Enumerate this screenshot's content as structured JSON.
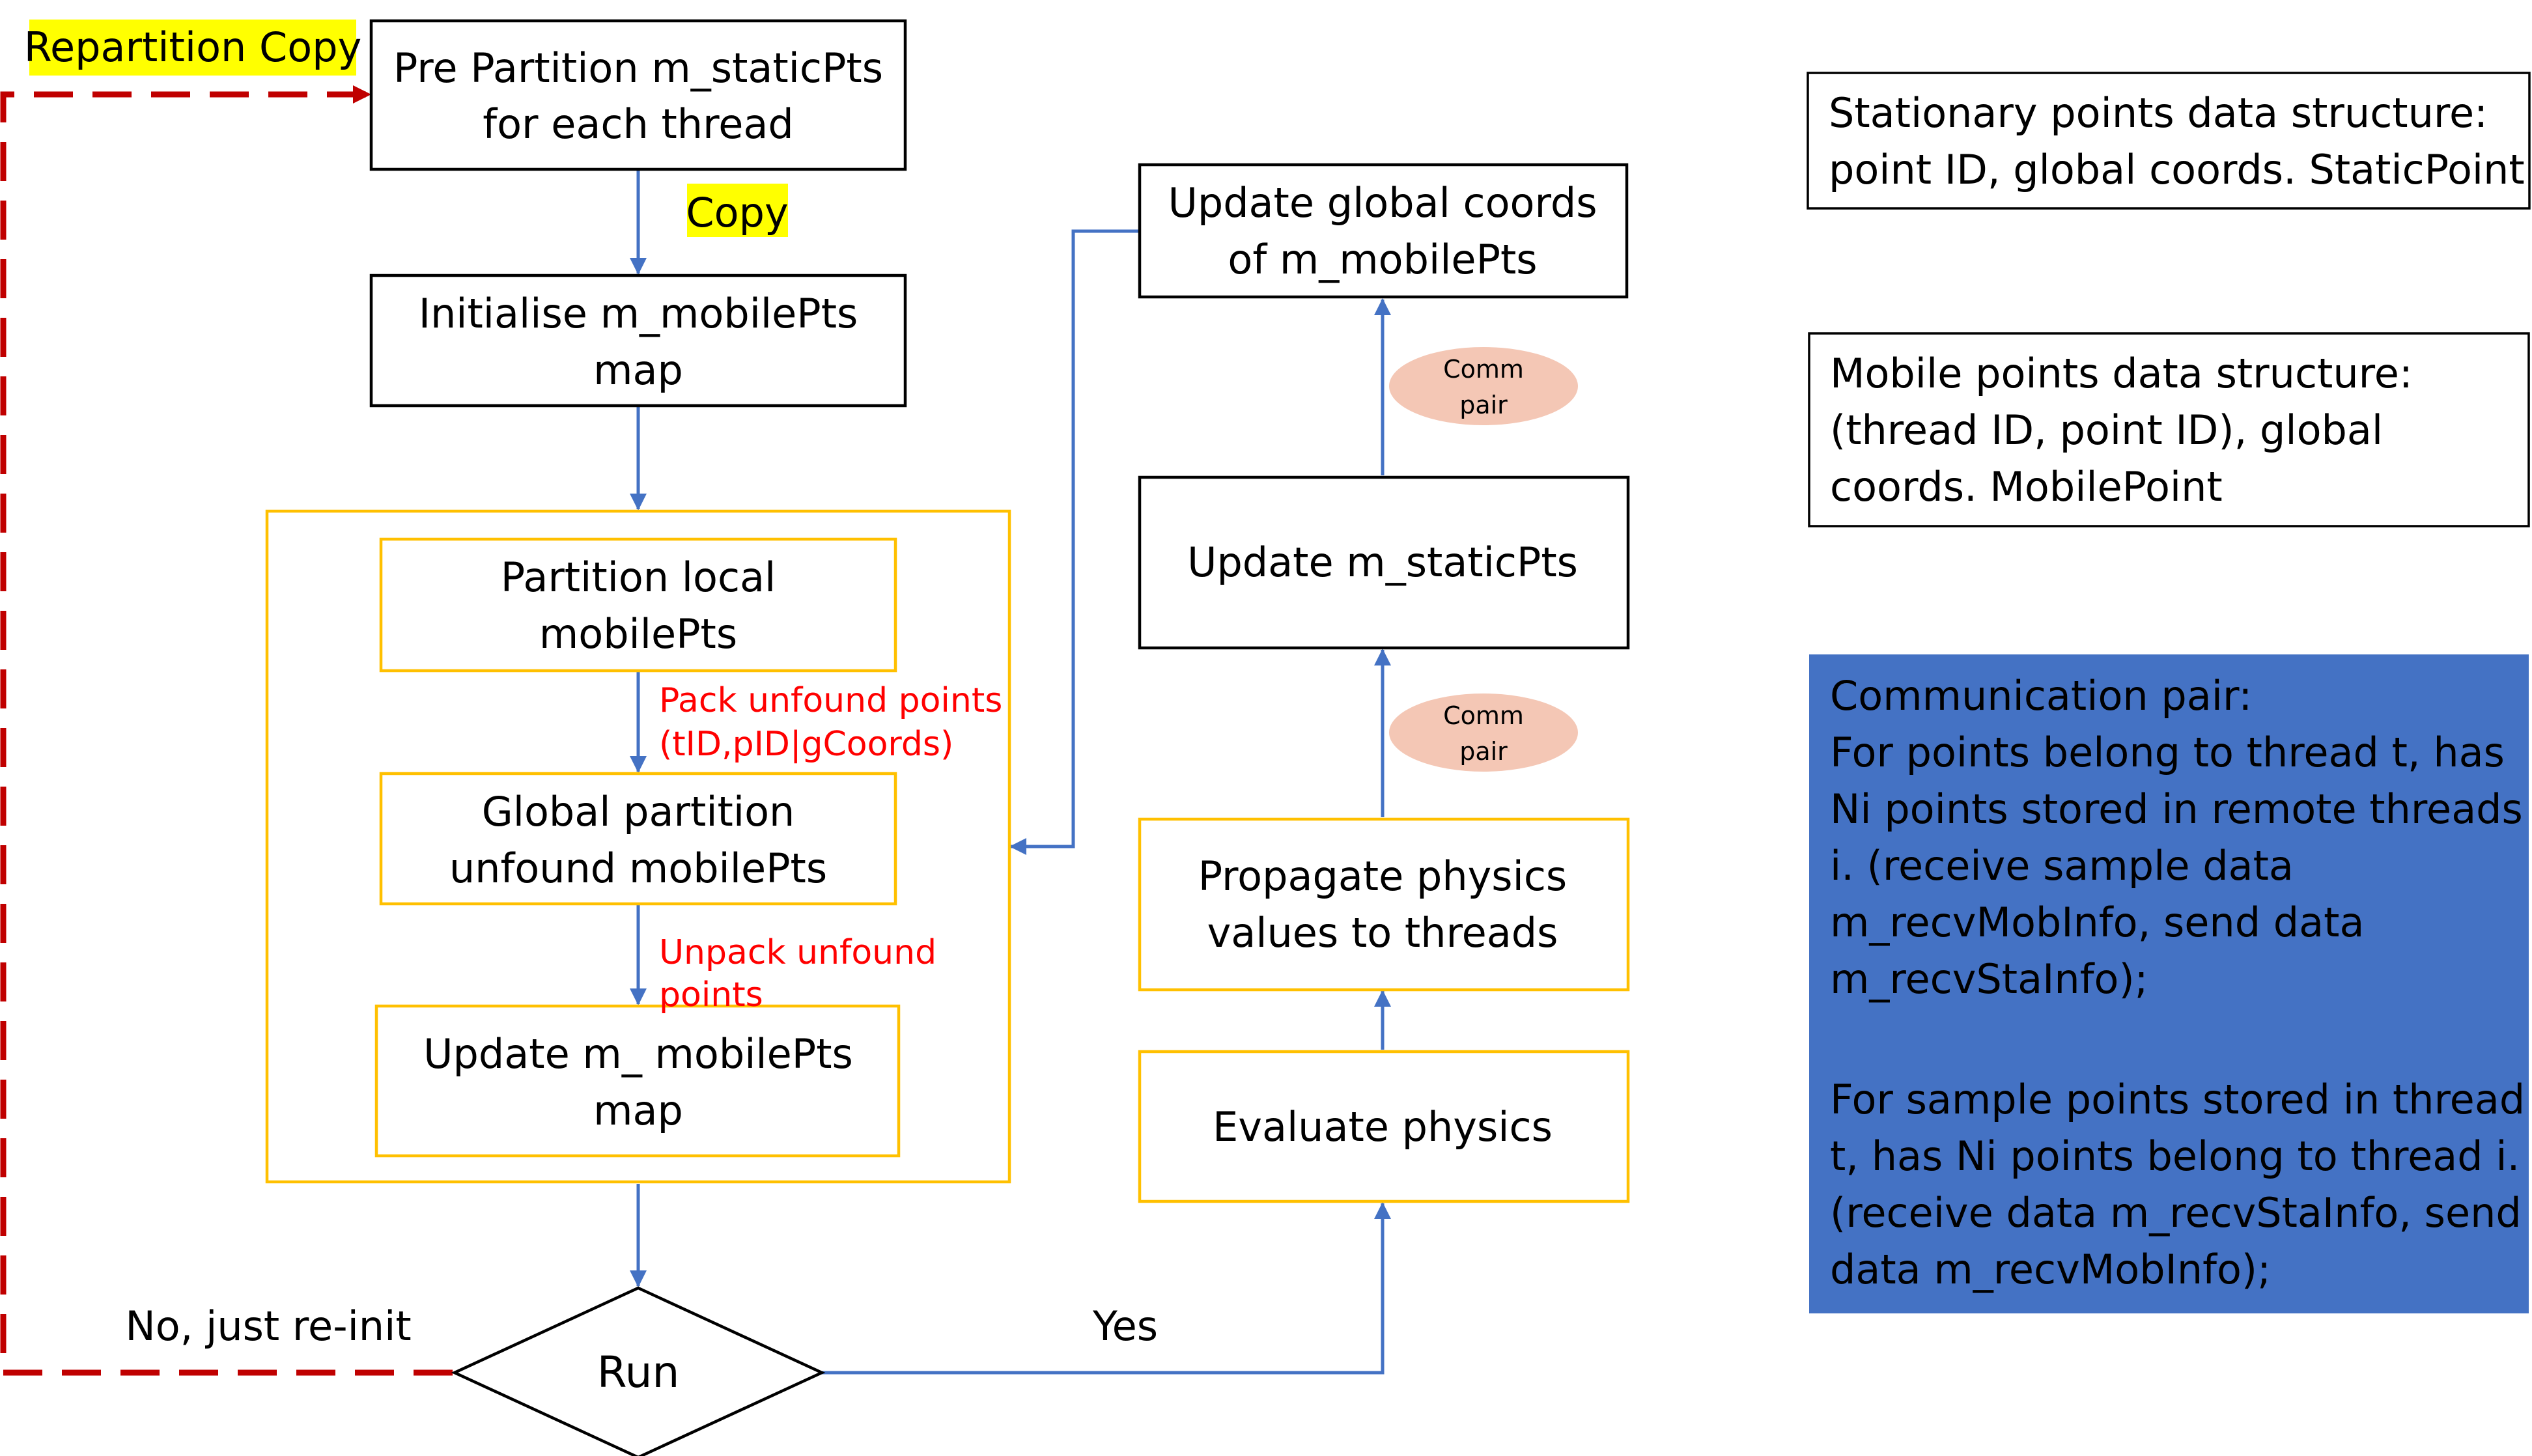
{
  "colors": {
    "box_black": "#000000",
    "box_orange": "#FFC000",
    "arrow_blue": "#4472C4",
    "dashed_red": "#C00000",
    "label_red": "#FF0000",
    "highlight_yellow": "#FFFF00",
    "comm_fill": "#F4C7B5",
    "info_blue_fill": "#4472C4"
  },
  "nodes": {
    "pre_partition": {
      "line1": "Pre Partition m_staticPts",
      "line2": "for each thread"
    },
    "init_mobile": {
      "line1": "Initialise m_mobilePts",
      "line2": "map"
    },
    "partition_local": {
      "line1": "Partition local",
      "line2": "mobilePts"
    },
    "global_partition": {
      "line1": "Global partition",
      "line2": "unfound mobilePts"
    },
    "update_mobile_map": {
      "line1": "Update m_ mobilePts",
      "line2": "map"
    },
    "run": {
      "label": "Run"
    },
    "evaluate_physics": {
      "label": "Evaluate physics"
    },
    "propagate_physics": {
      "line1": "Propagate physics",
      "line2": "values to threads"
    },
    "update_static": {
      "label": "Update m_staticPts"
    },
    "update_global_coords": {
      "line1": "Update global coords",
      "line2": "of m_mobilePts"
    }
  },
  "labels": {
    "repartition_copy": "Repartition Copy",
    "copy": "Copy",
    "pack_unfound_1": "Pack unfound points",
    "pack_unfound_2": "(tID,pID|gCoords)",
    "unpack_unfound_1": "Unpack unfound",
    "unpack_unfound_2": "points",
    "no_reinit": "No, just re-init",
    "yes": "Yes",
    "comm_pair_1": "Comm",
    "comm_pair_2": "pair"
  },
  "info_boxes": {
    "stationary": {
      "line1": "Stationary points data structure:",
      "line2": "point ID, global coords. StaticPoint"
    },
    "mobile": {
      "line1": "Mobile points data structure:",
      "line2": "(thread ID, point ID), global",
      "line3": "coords. MobilePoint"
    },
    "communication": {
      "line1": "Communication pair:",
      "line2": "For points belong to thread t, has",
      "line3": "Ni points stored in remote threads",
      "line4": "i. (receive sample data",
      "line5": "m_recvMobInfo, send data",
      "line6": "m_recvStaInfo);",
      "line7": "For sample points stored in thread",
      "line8": "t, has Ni points belong to thread i.",
      "line9": "(receive data m_recvStaInfo, send",
      "line10": "data m_recvMobInfo);"
    }
  }
}
